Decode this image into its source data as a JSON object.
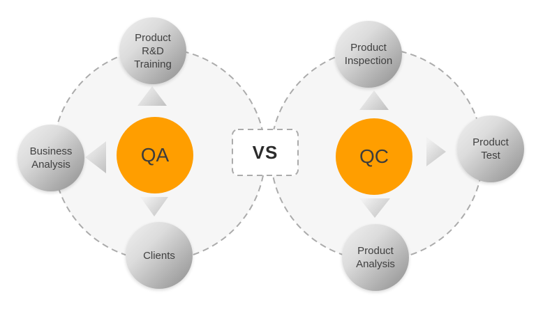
{
  "vs": {
    "label": "VS"
  },
  "qa_group": {
    "center_label": "QA",
    "satellites": {
      "top": "Product\nR&D\nTraining",
      "left": "Business\nAnalysis",
      "bottom": "Clients"
    },
    "arrow_icons": [
      "triangle-up-icon",
      "triangle-left-icon",
      "triangle-down-icon"
    ]
  },
  "qc_group": {
    "center_label": "QC",
    "satellites": {
      "top": "Product\nInspection",
      "right": "Product\nTest",
      "bottom": "Product\nAnalysis"
    },
    "arrow_icons": [
      "triangle-up-icon",
      "triangle-right-icon",
      "triangle-down-icon"
    ]
  },
  "colors": {
    "accent_orange": "#FF9E00",
    "node_gradient_light": "#F0F0F0",
    "node_gradient_dark": "#8E8E8E",
    "ring_fill": "#F6F6F6",
    "dash_stroke": "#ABABAB",
    "label_text": "#3F3F3F",
    "vs_text": "#2B2B2B"
  }
}
